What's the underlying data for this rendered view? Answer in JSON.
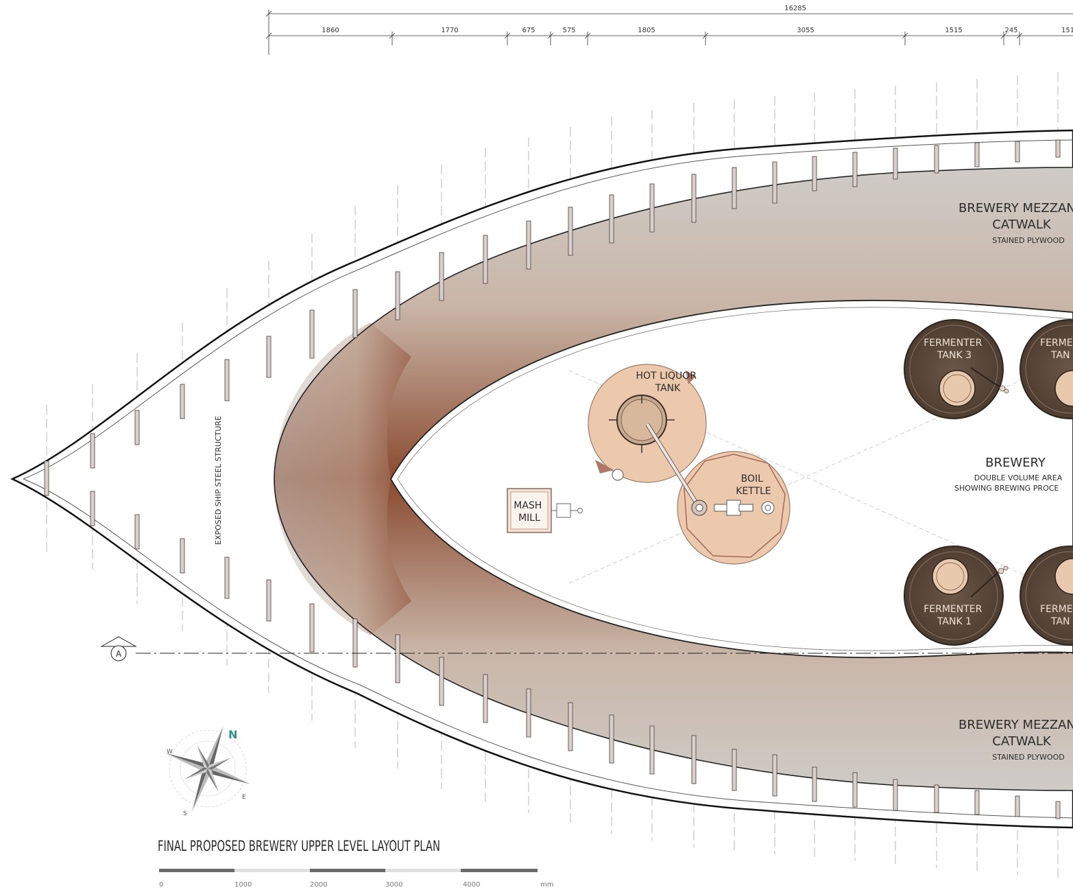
{
  "colors": {
    "hull_line": "#111111",
    "catwalk_light": "#d4d0cc",
    "catwalk_rust": "#8a4a30",
    "tank_dark": "#5c4a3c",
    "tank_light": "#ead0b8",
    "hot_liquor_fill": "#eccab0",
    "compass_accent": "#2f8f86"
  },
  "dimensions": {
    "overall": "16285",
    "segments": [
      "1860",
      "1770",
      "675",
      "575",
      "1805",
      "3055",
      "1515",
      "245",
      "151"
    ]
  },
  "labels": {
    "mezzanine_top": {
      "title": "BREWERY MEZZAN",
      "subtitle": "CATWALK",
      "material": "STAINED PLYWOOD"
    },
    "mezzanine_bottom": {
      "title": "BREWERY MEZZAN",
      "subtitle": "CATWALK",
      "material": "STAINED PLYWOOD"
    },
    "brewery": {
      "title": "BREWERY",
      "line1": "DOUBLE VOLUME AREA",
      "line2": "SHOWING BREWING PROCE"
    },
    "structure": "EXPOSED SHIP STEEL STRUCTURE",
    "section_marker": "A"
  },
  "equipment": {
    "fermenter_3": [
      "FERMENTER",
      "TANK 3"
    ],
    "fermenter_4": [
      "FERME",
      "TAN"
    ],
    "fermenter_1": [
      "FERMENTER",
      "TANK 1"
    ],
    "fermenter_2": [
      "FERME",
      "TAN"
    ],
    "hot_liquor_tank": [
      "HOT LIQUOR",
      "TANK"
    ],
    "boil_kettle": [
      "BOIL",
      "KETTLE"
    ],
    "mash_mill": [
      "MASH",
      "MILL"
    ]
  },
  "compass": {
    "n": "N",
    "e": "E",
    "s": "S",
    "w": "W"
  },
  "title": "FINAL PROPOSED BREWERY UPPER LEVEL LAYOUT PLAN",
  "scale_bar": {
    "ticks": [
      "0",
      "1000",
      "2000",
      "3000",
      "4000"
    ],
    "unit": "mm"
  }
}
